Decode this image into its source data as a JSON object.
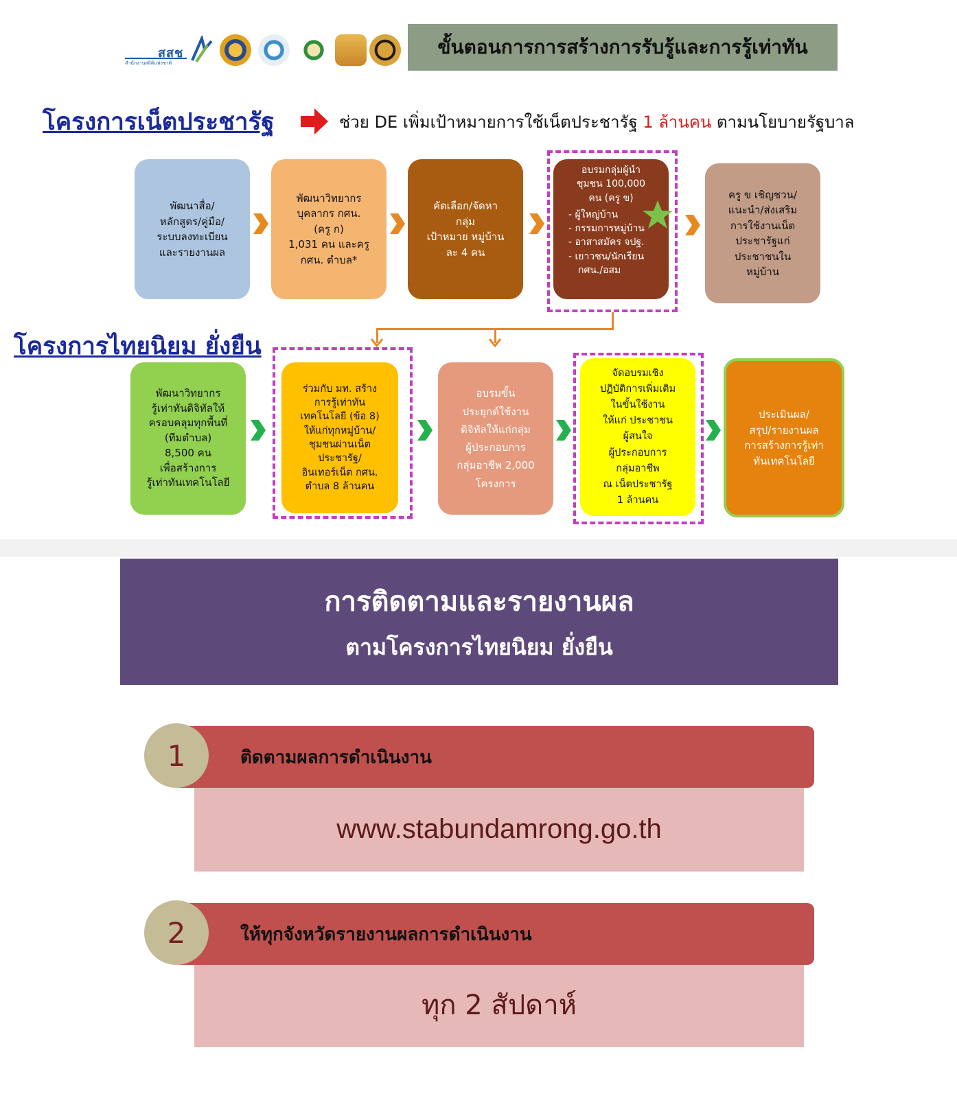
{
  "header": {
    "logo_abbr": "สสช",
    "logo_sub": "สำนักงานสถิติแห่งชาติ",
    "title": "ขั้นตอนการการสร้างการรับรู้และการรู้เท่าทัน",
    "seal_colors": [
      "#e0a21c",
      "#3a8fc9",
      "#2f8f3a",
      "#d9a33a",
      "#1a1a1a"
    ]
  },
  "project1": {
    "title": "โครงการเน็ตประชารัฐ",
    "policy_before": "ช่วย DE เพิ่มเป้าหมายการใช้เน็ตประชารัฐ",
    "policy_highlight": "1 ล้านคน",
    "policy_after": "ตามนโยบายรัฐบาล",
    "steps": [
      {
        "lines": [
          "พัฒนาสื่อ/",
          "หลักสูตร/คู่มือ/",
          "ระบบลงทะเบียน",
          "และรายงานผล"
        ],
        "color": "#adc5df"
      },
      {
        "lines": [
          "พัฒนาวิทยากร",
          "บุคลากร กศน.",
          "(ครู ก)",
          "1,031 คน และครู",
          "กศน. ตำบล*"
        ],
        "color": "#f3b56f"
      },
      {
        "lines": [
          "คัดเลือก/จัดหา",
          "กลุ่ม",
          "เป้าหมาย หมู่บ้าน",
          "ละ 4 คน"
        ],
        "color": "#a85c11"
      },
      {
        "lines": [
          "อบรมกลุ่มผู้นำ",
          "ชุมชน 100,000",
          "คน (ครู ข)"
        ],
        "list": [
          "- ผู้ใหญ่บ้าน",
          "- กรรมการหมู่บ้าน",
          "- อาสาสมัคร จปฐ.",
          "- เยาวชน/นักเรียน",
          "กศน./อสม"
        ],
        "color": "#8b3b1d"
      },
      {
        "lines": [
          "ครู ข เชิญชวน/",
          "แนะนำ/ส่งเสริม",
          "การใช้งานเน็ต",
          "ประชารัฐแก่",
          "ประชาชนใน",
          "หมู่บ้าน"
        ],
        "color": "#c29c86"
      }
    ]
  },
  "project2": {
    "title": "โครงการไทยนิยม ยั่งยืน",
    "steps": [
      {
        "lines": [
          "พัฒนาวิทยากร",
          "รู้เท่าทันดิจิทัลให้",
          "ครอบคลุมทุกพื้นที่",
          "(ทีมตำบล)",
          "8,500 คน",
          "เพื่อสร้างการ",
          "รู้เท่าทันเทคโนโลยี"
        ],
        "color": "#92d050"
      },
      {
        "lines": [
          "ร่วมกับ มท. สร้าง",
          "การรู้เท่าทัน",
          "เทคโนโลยี (ข้อ 8)",
          "ให้แก่ทุกหมู่บ้าน/",
          "ชุมชนผ่านเน็ต",
          "ประชารัฐ/",
          "อินเทอร์เน็ต กศน.",
          "ตำบล 8 ล้านคน"
        ],
        "color": "#ffc000"
      },
      {
        "lines": [
          "อบรมขั้น",
          "ประยุกต์ใช้งาน",
          "ดิจิทัลให้แก่กลุ่ม",
          "ผู้ประกอบการ",
          "กลุ่มอาชีพ 2,000",
          "โครงการ"
        ],
        "color": "#e59a7e"
      },
      {
        "lines": [
          "จัดอบรมเชิง",
          "ปฏิบัติการเพิ่มเติม",
          "ในขั้นใช้งาน",
          "ให้แก่ ประชาชน",
          "ผู้สนใจ",
          "ผู้ประกอบการ",
          "กลุ่มอาชีพ",
          "ณ เน็ตประชารัฐ",
          "1 ล้านคน"
        ],
        "color": "#ffff00"
      },
      {
        "lines": [
          "ประเมินผล/",
          "สรุป/รายงานผล",
          "การสร้างการรู้เท่า",
          "ทันเทคโนโลยี"
        ],
        "color": "#e6820e"
      }
    ]
  },
  "monitoring": {
    "title": "การติดตามและรายงานผล",
    "subtitle": "ตามโครงการไทยนิยม ยั่งยืน",
    "items": [
      {
        "number": "1",
        "label": "ติดตามผลการดำเนินงาน",
        "detail": "www.stabundamrong.go.th"
      },
      {
        "number": "2",
        "label": "ให้ทุกจังหวัดรายงานผลการดำเนินงาน",
        "detail": "ทุก 2 สัปดาห์"
      }
    ]
  }
}
